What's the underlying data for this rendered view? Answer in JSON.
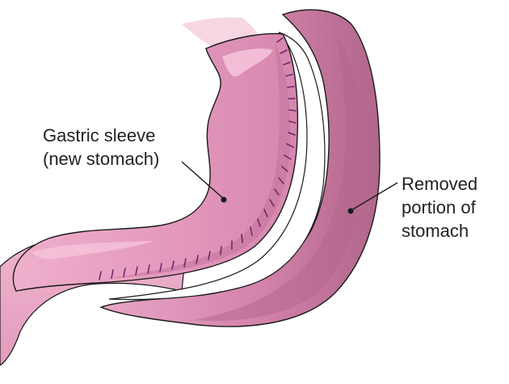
{
  "labels": {
    "sleeve": {
      "line1": "Gastric sleeve",
      "line2": "(new stomach)"
    },
    "removed": {
      "line1": "Removed",
      "line2": "portion of",
      "line3": "stomach"
    }
  },
  "colors": {
    "sleeve_fill": "#e59bbe",
    "sleeve_highlight": "#f6c9dd",
    "removed_fill": "#d584ac",
    "removed_shadow": "#a8597f",
    "staple": "#6a2a6a",
    "outline": "#1a1a1a",
    "esophagus": "#f2c3d6",
    "duodenum": "#e8a3c3"
  }
}
